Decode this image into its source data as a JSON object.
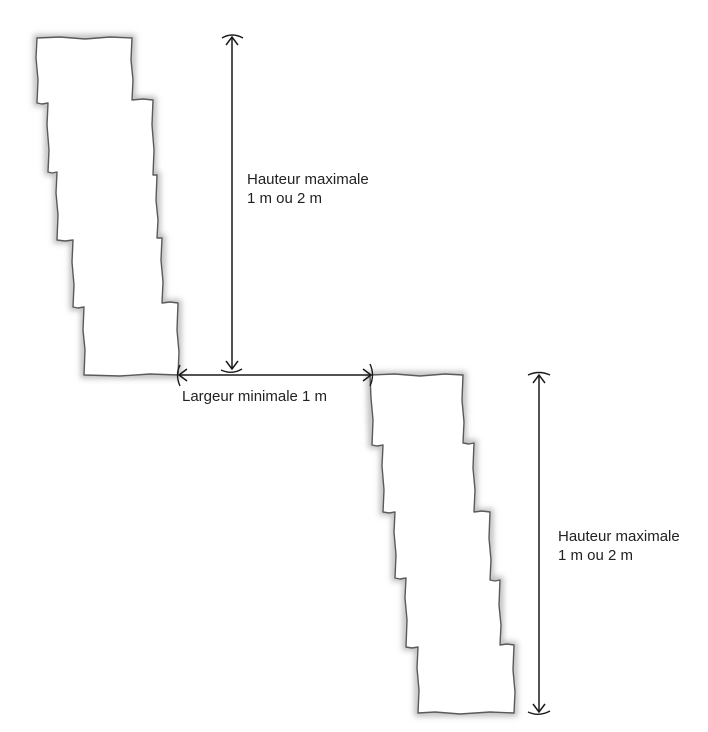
{
  "annotations": {
    "upper_height": {
      "line1": "Hauteur maximale",
      "line2": "1 m ou 2 m"
    },
    "bench_width": {
      "text": "Largeur minimale 1 m"
    },
    "lower_height": {
      "line1": "Hauteur maximale",
      "line2": "1 m ou 2 m"
    }
  },
  "colors": {
    "wall_fill": "#ffffff",
    "wall_outline": "#5a5a5a",
    "wall_shadow": "#b5b5b5",
    "dimension_line": "#1a1a1a",
    "text": "#222222"
  }
}
